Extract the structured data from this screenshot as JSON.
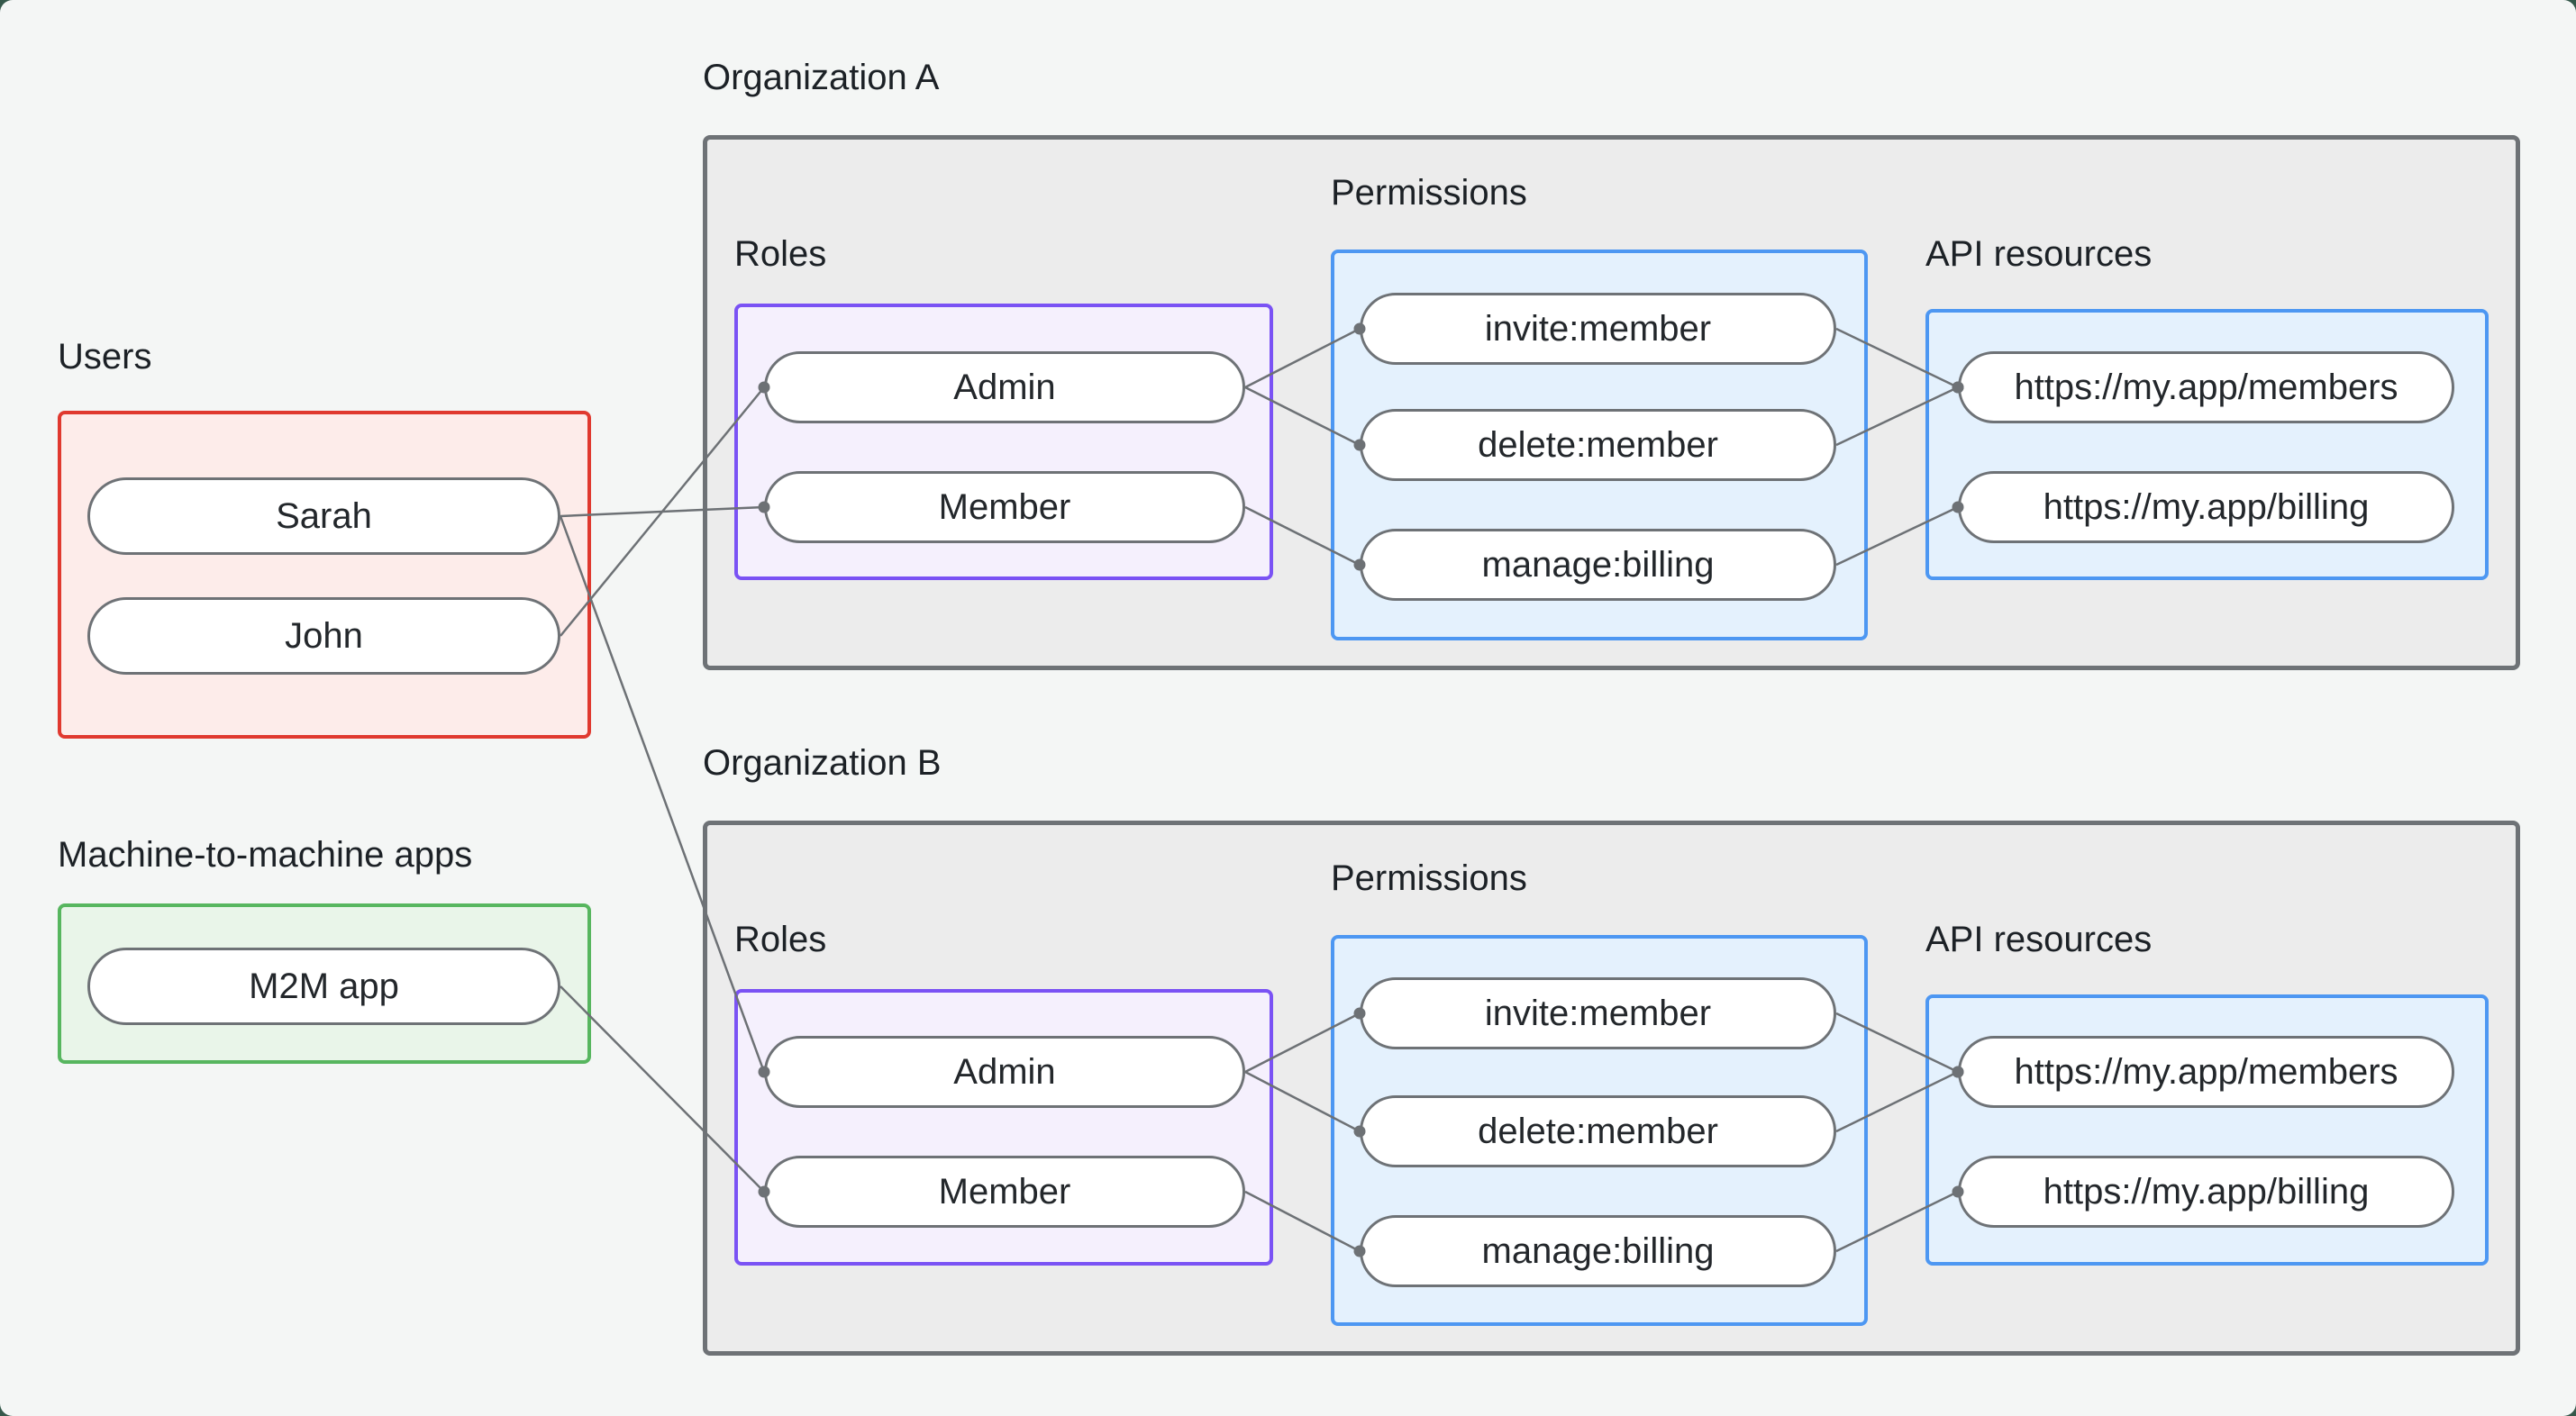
{
  "canvas": {
    "page_background": "#35584a",
    "background": "#f4f6f5"
  },
  "colors": {
    "users_border": "#e0392f",
    "users_fill": "#fdecea",
    "m2m_border": "#57b65f",
    "m2m_fill": "#e9f5e9",
    "roles_border": "#7a52f4",
    "roles_fill": "#f5f0fd",
    "permissions_border": "#4d97f2",
    "permissions_fill": "#e4f1fd",
    "api_border": "#4d97f2",
    "api_fill": "#e4f1fd",
    "org_border": "#6e7276",
    "org_fill": "#ececec",
    "edge_stroke": "#6d7175",
    "text": "#1c2126"
  },
  "edge_style": {
    "stroke_width": 2.5,
    "dot_radius": 6.5
  },
  "users_group": {
    "label": "Users",
    "members": [
      "Sarah",
      "John"
    ]
  },
  "m2m_group": {
    "label": "Machine-to-machine apps",
    "apps": [
      "M2M app"
    ]
  },
  "org_a": {
    "title": "Organization A",
    "roles_label": "Roles",
    "permissions_label": "Permissions",
    "api_label": "API resources",
    "roles": [
      "Admin",
      "Member"
    ],
    "permissions": [
      "invite:member",
      "delete:member",
      "manage:billing"
    ],
    "api_resources": [
      "https://my.app/members",
      "https://my.app/billing"
    ]
  },
  "org_b": {
    "title": "Organization B",
    "roles_label": "Roles",
    "permissions_label": "Permissions",
    "api_label": "API resources",
    "roles": [
      "Admin",
      "Member"
    ],
    "permissions": [
      "invite:member",
      "delete:member",
      "manage:billing"
    ],
    "api_resources": [
      "https://my.app/members",
      "https://my.app/billing"
    ]
  },
  "edges": [
    {
      "from": "john",
      "to": "a-admin"
    },
    {
      "from": "sarah",
      "to": "a-member"
    },
    {
      "from": "sarah",
      "to": "b-admin"
    },
    {
      "from": "m2m",
      "to": "b-member"
    },
    {
      "from": "a-admin",
      "to": "a-invite"
    },
    {
      "from": "a-admin",
      "to": "a-delete"
    },
    {
      "from": "a-member",
      "to": "a-manage"
    },
    {
      "from": "a-invite",
      "to": "a-members"
    },
    {
      "from": "a-delete",
      "to": "a-members"
    },
    {
      "from": "a-manage",
      "to": "a-billing"
    },
    {
      "from": "b-admin",
      "to": "b-invite"
    },
    {
      "from": "b-admin",
      "to": "b-delete"
    },
    {
      "from": "b-member",
      "to": "b-manage"
    },
    {
      "from": "b-invite",
      "to": "b-members"
    },
    {
      "from": "b-delete",
      "to": "b-members"
    },
    {
      "from": "b-manage",
      "to": "b-billing"
    }
  ]
}
